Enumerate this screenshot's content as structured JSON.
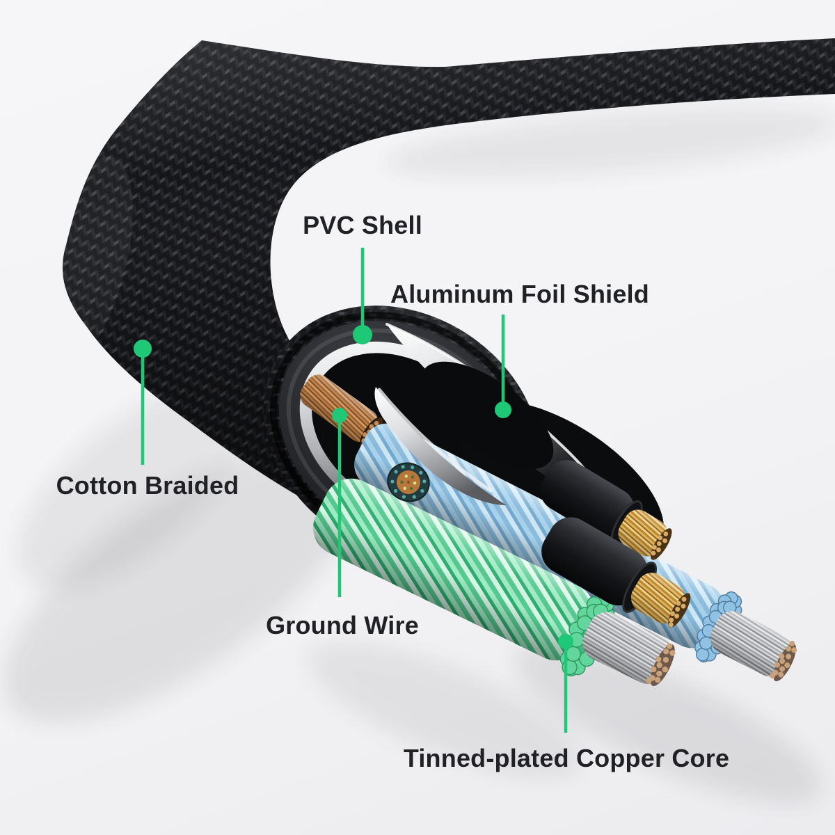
{
  "scene": {
    "description": "Cutaway illustration of a cotton-braided cable showing its internal construction layers",
    "background_color": "#f4f4f6",
    "accent_color": "#1fc876",
    "label_text_color": "#202124"
  },
  "labels": [
    {
      "id": "pvc-shell",
      "text": "PVC Shell"
    },
    {
      "id": "aluminum-foil-shield",
      "text": "Aluminum Foil Shield"
    },
    {
      "id": "cotton-braided",
      "text": "Cotton Braided"
    },
    {
      "id": "ground-wire",
      "text": "Ground Wire"
    },
    {
      "id": "tinned-plated-copper-core",
      "text": "Tinned-plated Copper Core"
    }
  ],
  "parts": [
    {
      "name": "cotton-braided-sleeve",
      "color": "#1b1c1e"
    },
    {
      "name": "pvc-shell",
      "color": "#232427"
    },
    {
      "name": "aluminum-foil-shield",
      "color": "#d9dadc"
    },
    {
      "name": "ground-wire-copper",
      "color": "#b5763d"
    },
    {
      "name": "blue-insulated-wire",
      "color": "#8ec2e4"
    },
    {
      "name": "green-insulated-wire",
      "color": "#57cf92"
    },
    {
      "name": "black-insulated-wire",
      "color": "#222327"
    },
    {
      "name": "tinned-copper-strands",
      "color": "#c8c9cc"
    },
    {
      "name": "bare-copper-core",
      "color": "#c68f3e"
    }
  ]
}
